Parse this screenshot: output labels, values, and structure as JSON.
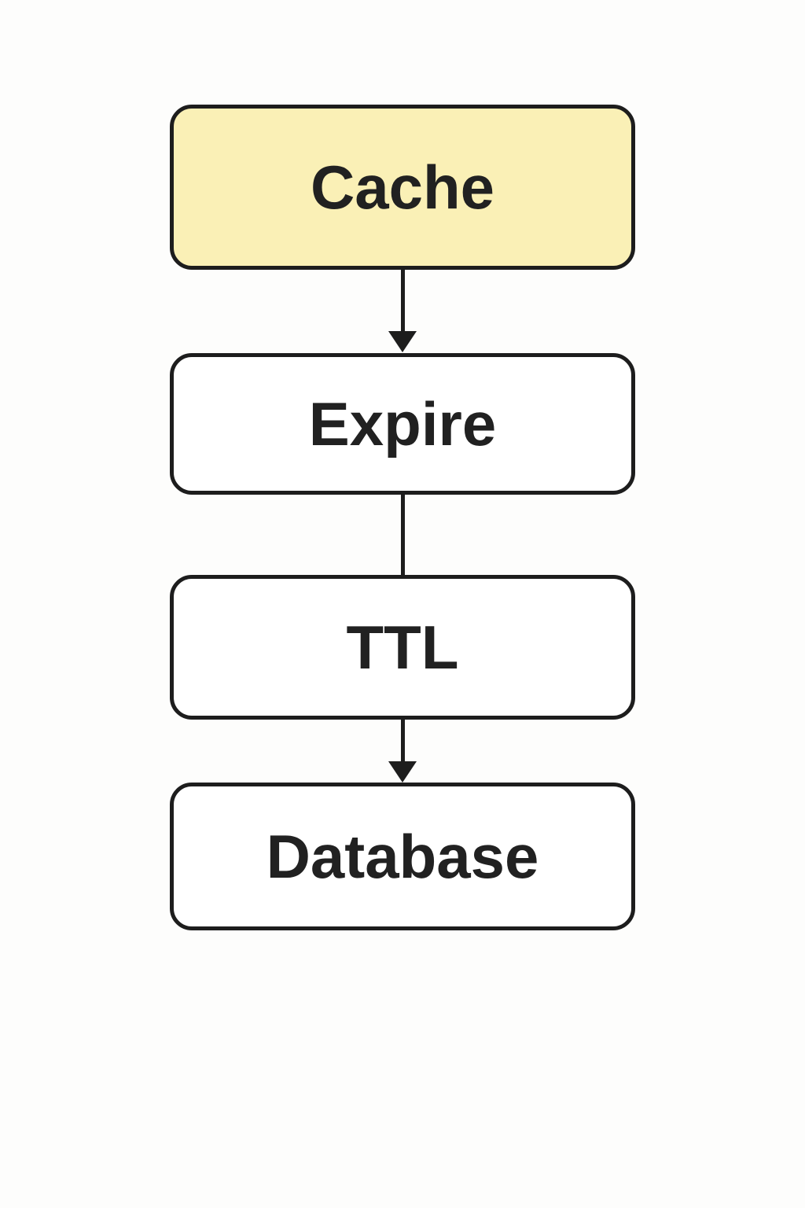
{
  "diagram": {
    "type": "flowchart",
    "direction": "top-down",
    "nodes": [
      {
        "id": "cache",
        "label": "Cache",
        "fill": "#FAF0B6",
        "highlighted": true
      },
      {
        "id": "expire",
        "label": "Expire",
        "fill": "#FFFFFF",
        "highlighted": false
      },
      {
        "id": "ttl",
        "label": "TTL",
        "fill": "#FFFFFF",
        "highlighted": false
      },
      {
        "id": "database",
        "label": "Database",
        "fill": "#FFFFFF",
        "highlighted": false
      }
    ],
    "edges": [
      {
        "from": "cache",
        "to": "expire",
        "arrowhead": true
      },
      {
        "from": "expire",
        "to": "ttl",
        "arrowhead": false
      },
      {
        "from": "ttl",
        "to": "database",
        "arrowhead": true
      }
    ],
    "colors": {
      "border": "#1D1D1D",
      "text": "#212121",
      "highlight_fill": "#FAF0B6",
      "node_fill": "#FFFFFF",
      "background": "#FDFDFC"
    }
  }
}
